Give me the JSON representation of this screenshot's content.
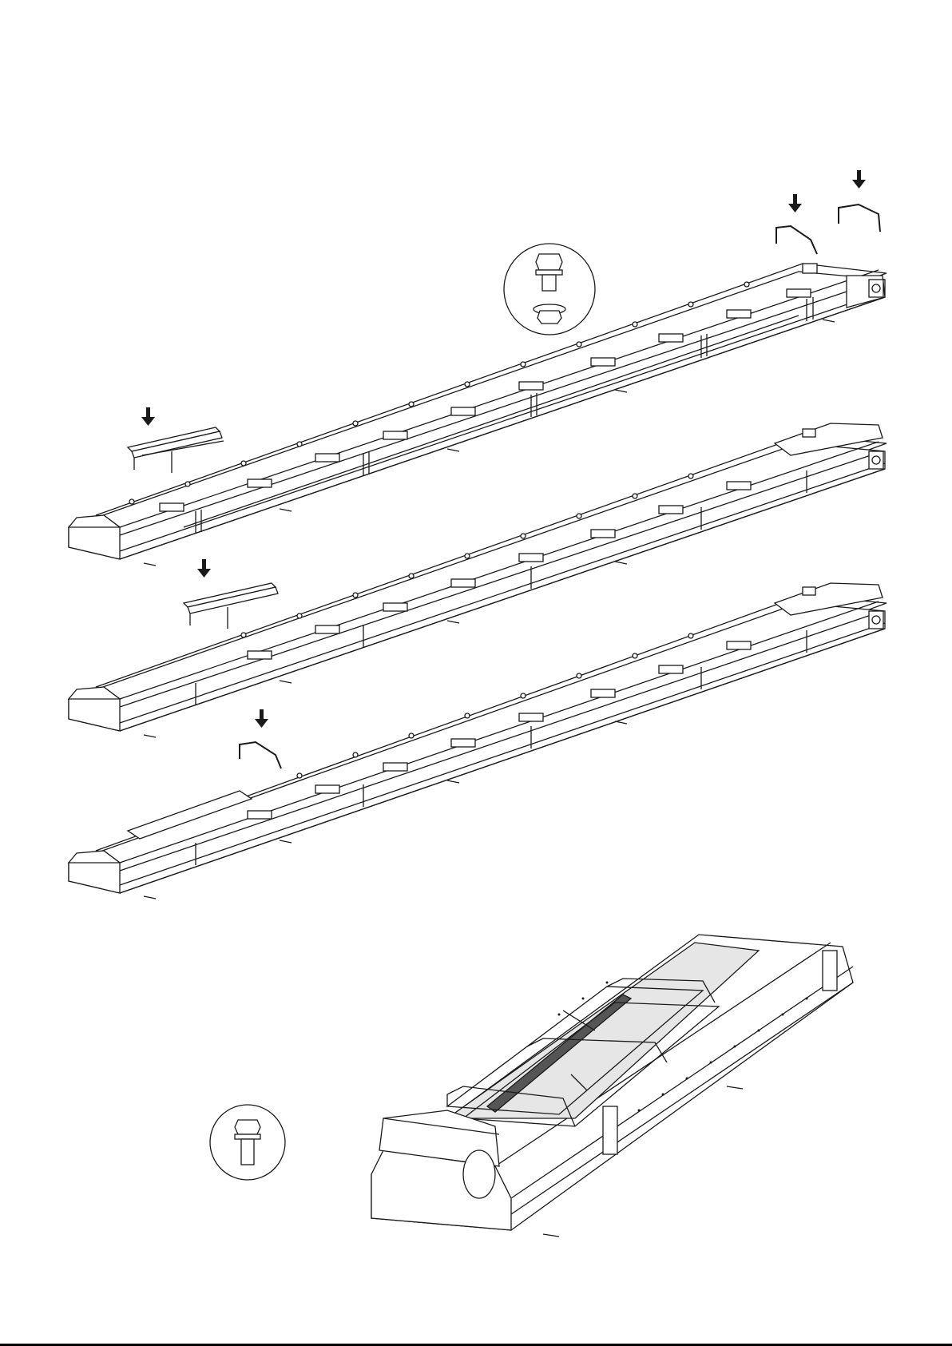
{
  "document": {
    "kind": "assembly-instruction-sheet",
    "text_labels": []
  },
  "steps": [
    {
      "name": "conveyor-step-1",
      "cover_part": "long-side-rail-with-legs",
      "end_parts": [
        "end-arch-bracket",
        "end-arch-bracket"
      ]
    },
    {
      "name": "conveyor-step-2",
      "cover_part": "long-side-rail-with-legs",
      "end_parts": []
    },
    {
      "name": "conveyor-step-3",
      "cover_part": "arch-bracket",
      "end_parts": []
    }
  ],
  "hardware": {
    "top_callout": [
      "flange-bolt-icon",
      "flange-nut-icon"
    ],
    "bottom_callout": [
      "flange-bolt-icon"
    ]
  },
  "colors": {
    "line": "#1a1a1a",
    "fill": "#ffffff",
    "shade": "#d9d9d9",
    "dark_strip": "#555555"
  }
}
